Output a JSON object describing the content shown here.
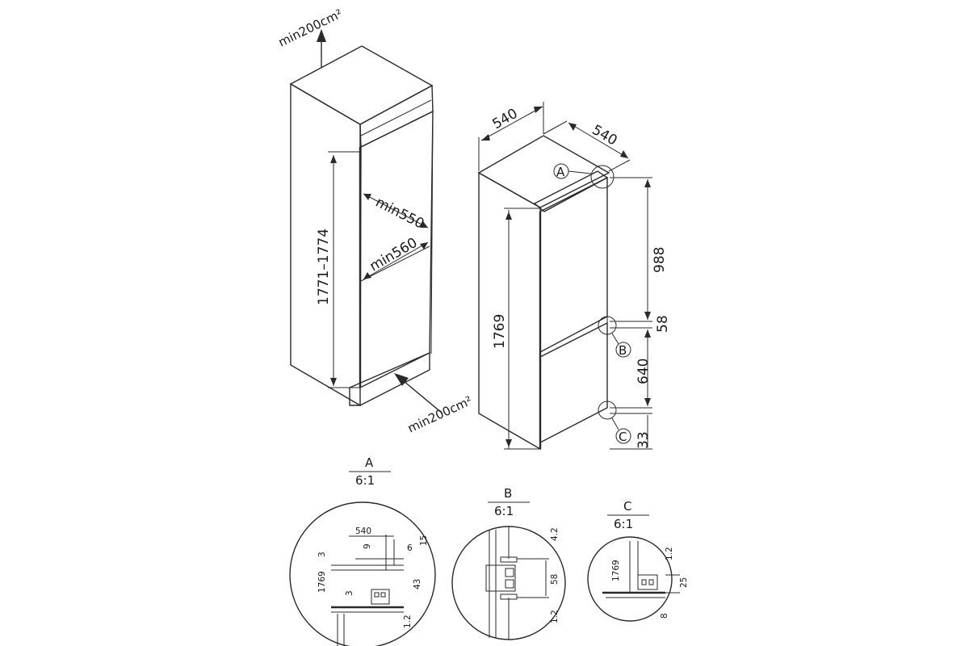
{
  "niche": {
    "vent_top": "min200cm²",
    "vent_bottom": "min200cm²",
    "depth": "min550",
    "width": "min560",
    "height": "1771–1774"
  },
  "appliance": {
    "width": "540",
    "depth": "540",
    "height": "1769",
    "upper_door": "988",
    "gap": "58",
    "lower_door": "640",
    "base": "33",
    "marker_a": "A",
    "marker_b": "B",
    "marker_c": "C"
  },
  "detail_a": {
    "title": "A",
    "scale": "6:1",
    "dim_540": "540",
    "dim_15": "15",
    "dim_9": "9",
    "dim_6": "6",
    "dim_3a": "3",
    "dim_1769": "1769",
    "dim_3b": "3",
    "dim_43": "43",
    "dim_1_2": "1.2"
  },
  "detail_b": {
    "title": "B",
    "scale": "6:1",
    "dim_4_2": "4.2",
    "dim_58": "58",
    "dim_1_2": "1.2"
  },
  "detail_c": {
    "title": "C",
    "scale": "6:1",
    "dim_1769": "1769",
    "dim_1_2": "1.2",
    "dim_25": "25",
    "dim_8": "8"
  }
}
